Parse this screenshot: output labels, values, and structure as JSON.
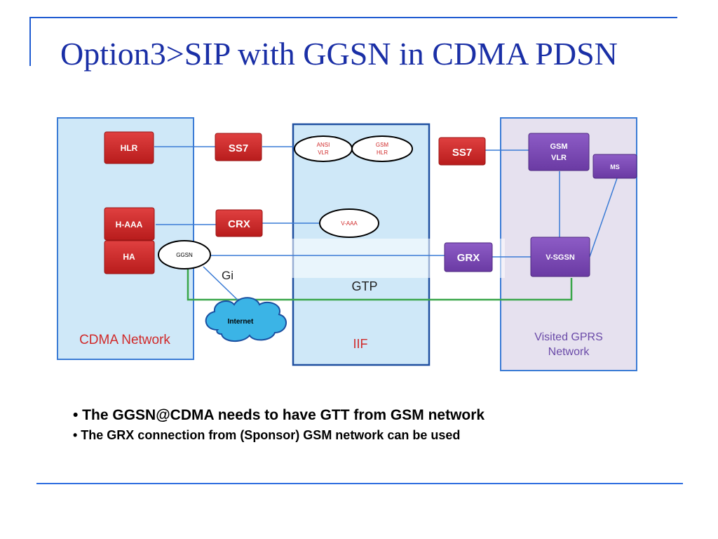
{
  "title": "Option3>SIP with GGSN in CDMA PDSN",
  "diagram": {
    "regions": {
      "cdma": "CDMA Network",
      "iif": "IIF",
      "gprs_line1": "Visited GPRS",
      "gprs_line2": "Network"
    },
    "nodes": {
      "hlr": "HLR",
      "haaa": "H-AAA",
      "ha": "HA",
      "ss7_left": "SS7",
      "crx": "CRX",
      "ss7_right": "SS7",
      "grx": "GRX",
      "gsm_vlr_line1": "GSM",
      "gsm_vlr_line2": "VLR",
      "ms": "MS",
      "vsgsn": "V-SGSN",
      "ansi_vlr_line1": "ANSI",
      "ansi_vlr_line2": "VLR",
      "gsm_hlr_line1": "GSM",
      "gsm_hlr_line2": "HLR",
      "vaaa": "V-AAA",
      "ggsn": "GGSN",
      "internet": "Internet"
    },
    "labels": {
      "gi": "Gi",
      "gtp": "GTP"
    },
    "colors": {
      "red_node": "#d02a2a",
      "purple_node": "#7a45b3",
      "cdma_bg": "#cfe8f8",
      "gprs_bg": "#e6e1ef",
      "border_blue": "#3a7bd5",
      "link_blue": "#3a7bd5",
      "gtp_green": "#3aa64a",
      "cloud": "#3bb4e6"
    }
  },
  "bullets": [
    "• The GGSN@CDMA needs to have GTT from GSM network",
    "•  The GRX connection from (Sponsor) GSM network can be used"
  ]
}
